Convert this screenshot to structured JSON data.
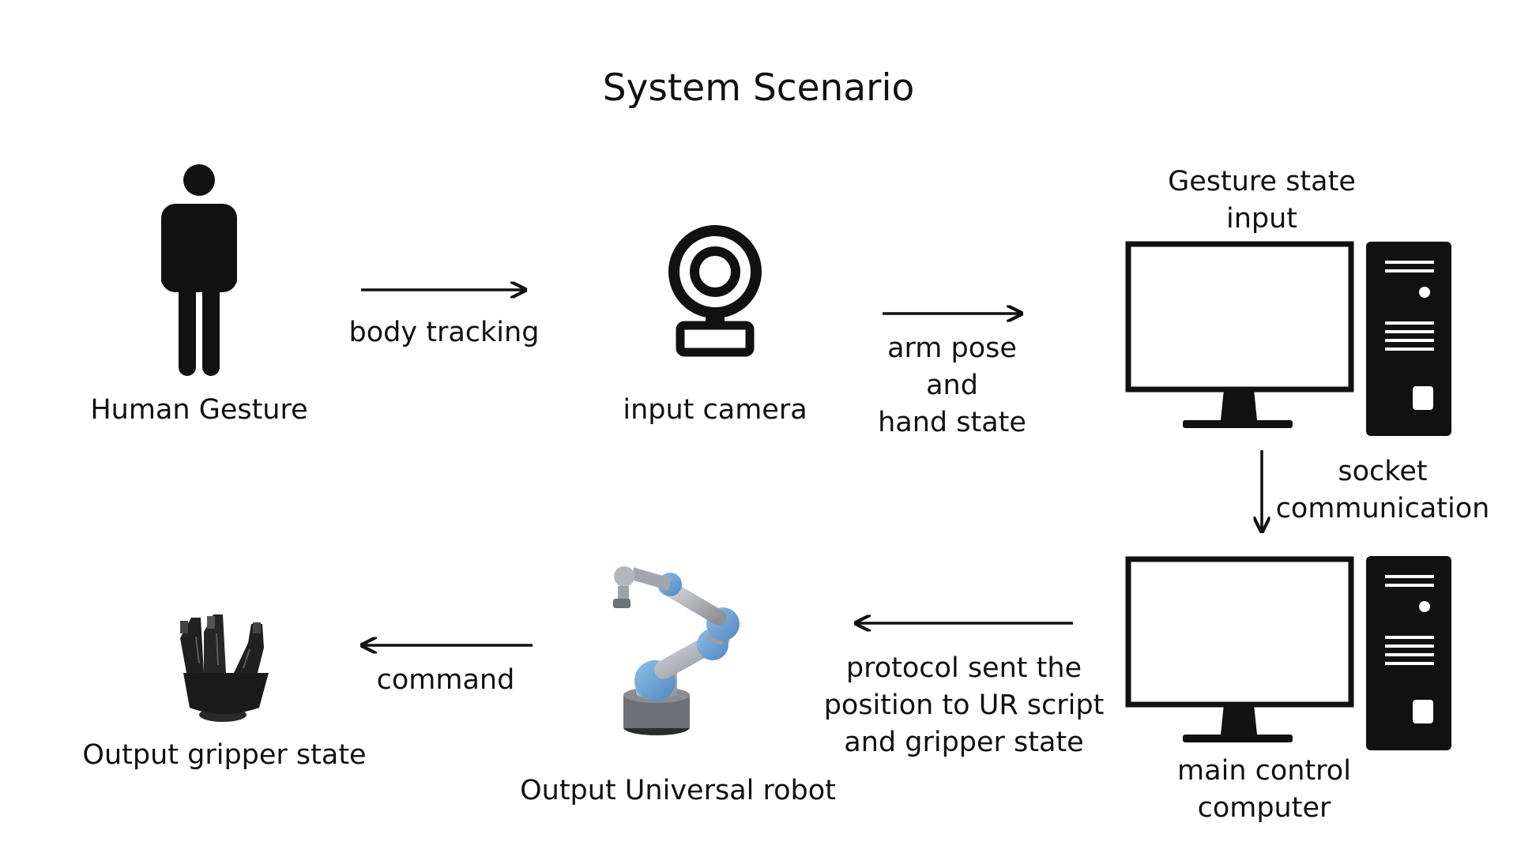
{
  "title": "System Scenario",
  "nodes": {
    "human": {
      "label": "Human Gesture",
      "icon": "person-icon"
    },
    "camera": {
      "label": "input camera",
      "icon": "webcam-icon"
    },
    "gesture_computer": {
      "label": "Gesture state\ninput",
      "icon": "desktop-computer-icon"
    },
    "main_computer": {
      "label": "main control\ncomputer",
      "icon": "desktop-computer-icon"
    },
    "robot": {
      "label": "Output Universal robot",
      "icon": "robot-arm-icon"
    },
    "gripper": {
      "label": "Output  gripper state",
      "icon": "gripper-icon"
    }
  },
  "edges": {
    "body_tracking": {
      "from": "human",
      "to": "camera",
      "label": "body tracking"
    },
    "arm_pose": {
      "from": "camera",
      "to": "gesture_computer",
      "label": "arm pose\nand\nhand state"
    },
    "socket": {
      "from": "gesture_computer",
      "to": "main_computer",
      "label": "socket\ncommunication"
    },
    "protocol": {
      "from": "main_computer",
      "to": "robot",
      "label": "protocol sent the\nposition to UR script\nand gripper state"
    },
    "command": {
      "from": "robot",
      "to": "gripper",
      "label": "command"
    }
  },
  "colors": {
    "ink": "#111111",
    "robot_joint": "#6fa3d6",
    "robot_link": "#b9bcc0"
  }
}
